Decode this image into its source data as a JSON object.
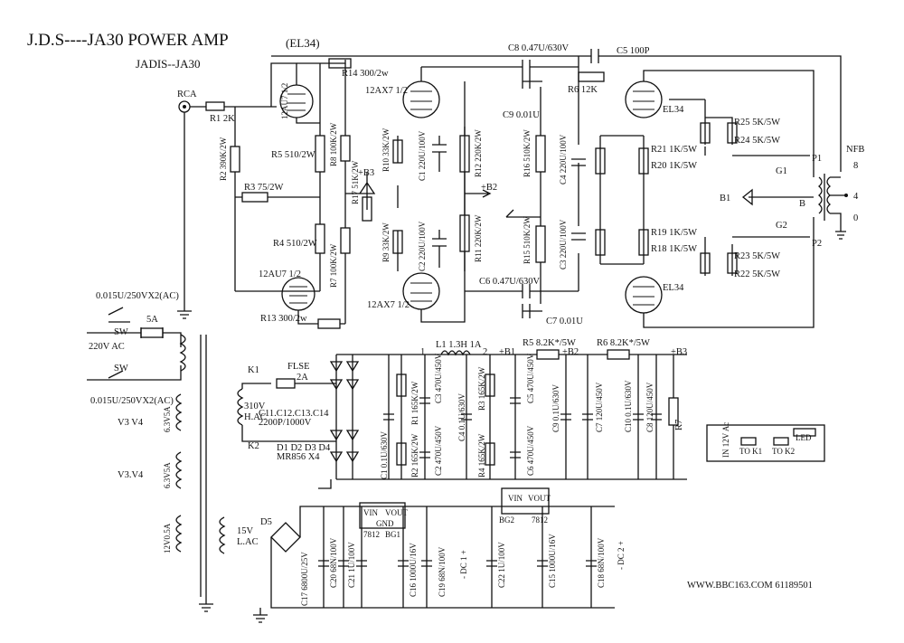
{
  "title": "J.D.S----JA30 POWER AMP",
  "title_suffix": "(EL34)",
  "subtitle": "JADIS--JA30",
  "footer": "WWW.BBC163.COM 61189501",
  "labels": {
    "rca": "RCA",
    "r1": "R1 2K",
    "r2": "R2 390K/2W",
    "r3": "R3 75/2W",
    "r4": "R4 510/2W",
    "r5": "R5 510/2W",
    "r13": "R13 300/2w",
    "r14": "R14 300/2w",
    "v12au7_top": "12AU7 1/2",
    "v12au7_bot": "12AU7 1/2",
    "v12ax7_top": "12AX7 1/2",
    "v12ax7_bot": "12AX7 1/2",
    "r8": "R8 100K/2W",
    "r7": "R7 100K/2W",
    "r17": "R17 51K/2W",
    "b3": "+B3",
    "r10": "R10 33K/2W",
    "r9": "R9 33K/2W",
    "c1": "C1 220U/100V",
    "c2": "C2 220U/100V",
    "r12": "R12 220K/2W",
    "r11": "R11 220K/2W",
    "b2": "+B2",
    "c8": "C8 0.47U/630V",
    "c9": "C9 0.01U",
    "c6": "C6 0.47U/630V",
    "c7": "C7 0.01U",
    "c5": "C5 100P",
    "r6": "R6 12K",
    "r16": "R16 510K/2W",
    "r15": "R15 510K/2W",
    "c4": "C4 220U/100V",
    "c3": "C3 220U/100V",
    "el34_top": "EL34",
    "el34_bot": "EL34",
    "r21": "R21 1K/5W",
    "r20": "R20 1K/5W",
    "r19": "R19 1K/5W",
    "r18": "R18 1K/5W",
    "r25": "R25 5K/5W",
    "r24": "R24 5K/5W",
    "r23": "R23 5K/5W",
    "r22": "R22 5K/5W",
    "g1": "G1",
    "g2": "G2",
    "b1": "B1",
    "b": "B",
    "p1": "P1",
    "p2": "P2",
    "nfb": "NFB",
    "tap8": "8",
    "tap4": "4",
    "tap0": "0",
    "cap_ac": "0.015U/250VX2(AC)",
    "fuse5a": "5A",
    "sw": "SW",
    "ac220": "220V  AC",
    "cap_ac2": "0.015U/250VX2(AC)",
    "sec63a": "6.3V5A",
    "v3v4a": "V3 V4",
    "sec63b": "6.3V5A",
    "v3v4b": "V3.V4",
    "sec12": "12V0.5A",
    "k1": "K1",
    "k2": "K2",
    "flse": "FLSE",
    "fuse2a": "2A",
    "hac310": "310V",
    "hac": "H.AC",
    "c11": "C11.C12.C13.C14",
    "c11v": "2200P/1000V",
    "diodes": "D1 D2 D3 D4",
    "mr856": "MR856  X4",
    "node1": "1",
    "node2": "2",
    "l1": "L1  1.3H 1A",
    "plus_b1": "+B1",
    "r5p": "R5  8.2K*/5W",
    "plus_b2": "+B2",
    "r6p": "R6 8.2K*/5W",
    "plus_b3": "+B3",
    "pr1": "R1  165K/2W",
    "pr2": "R2  165K/2W",
    "pc3": "C3  470U/450V",
    "pc2": "C2  470U/450V",
    "pc1": "C1  0.1U/630V",
    "pc4": "C4  0.1U/630V",
    "pr3": "R3  165K/2W",
    "pr4": "R4  165K/2W",
    "pc5": "C5  470U/450V",
    "pc6": "C6  470U/450V",
    "pc9": "C9  0.1U/630V",
    "pc7": "C7  120U/450V",
    "pc10": "C10  0.1U/630V",
    "pc8": "C8  120U/450V",
    "pr7": "R7",
    "in12": "IN 12V Ac",
    "tok1": "TO K1",
    "tok2": "TO K2",
    "led": "LED",
    "lac15": "15V",
    "lac": "L.AC",
    "d5": "D5",
    "c17": "C17  6800U/25V",
    "c20": "C20  68N/100V",
    "c21": "C21  1U/100V",
    "vin1": "VIN",
    "vout1": "VOUT",
    "gnd1": "GND",
    "r7812a": "7812",
    "bg1": "BG1",
    "c16": "C16  1000U/16V",
    "c19": "C19  68N/100V",
    "dc1": "- DC 1 +",
    "bg2": "BG2",
    "r7812b": "7812",
    "c22": "C22  1U/100V",
    "c15": "C15  1000U/16V",
    "c18": "C18  68N/100V",
    "dc2": "- DC 2 +"
  }
}
